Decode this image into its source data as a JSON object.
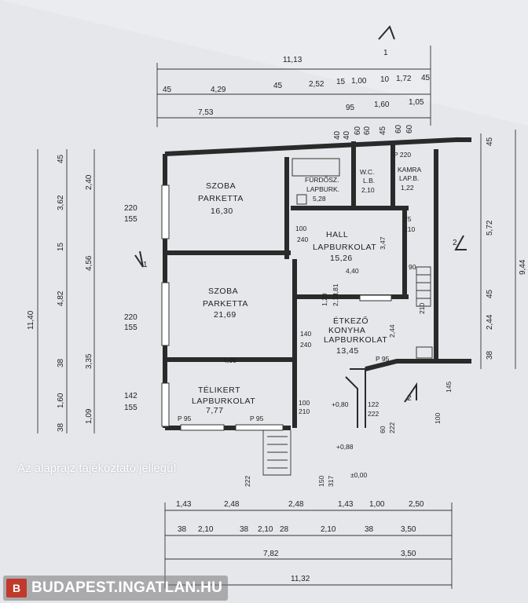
{
  "rooms": {
    "szoba1": {
      "name": "SZOBA",
      "floor": "PARKETTA",
      "area": "16,30"
    },
    "szoba2": {
      "name": "SZOBA",
      "floor": "PARKETTA",
      "area": "21,69"
    },
    "furdo": {
      "name": "FÜRDŐSZ.",
      "floor": "LAPBURK.",
      "area": "5,28"
    },
    "wc": {
      "name": "W.C.",
      "floor": "L.B.",
      "area": "2,10"
    },
    "kamra": {
      "name": "KAMRA",
      "floor": "LAP.B.",
      "area": "1,22"
    },
    "hall": {
      "name": "HALL",
      "floor": "LAPBURKOLAT",
      "area": "15,26"
    },
    "etkezo": {
      "name": "ÉTKEZŐ",
      "sub": "KONYHA",
      "floor": "LAPBURKOLAT",
      "area": "13,45"
    },
    "telikert": {
      "name": "TÉLIKERT",
      "floor": "LAPBURKOLAT",
      "area": "7,77"
    }
  },
  "top_dims": {
    "overall": "11,13",
    "row1": [
      "45",
      "4,29",
      "45",
      "2,52",
      "15",
      "1,00",
      "10",
      "1,72",
      "45"
    ],
    "row2": [
      "7,53",
      "95",
      "1,60",
      "1,05"
    ],
    "row3": [
      "40",
      "40",
      "60",
      "60",
      "45",
      "60",
      "60"
    ]
  },
  "left_dims": {
    "overall": "11,40",
    "col1": [
      "45",
      "2,40",
      "3,62",
      "15",
      "4,56",
      "4,82",
      "38",
      "3,35",
      "1,60",
      "1,09",
      "38"
    ]
  },
  "right_dims": {
    "overall": "9,44",
    "col1": [
      "45",
      "5,72",
      "45",
      "2,44",
      "38"
    ]
  },
  "bottom_dims": {
    "row1": [
      "1,43",
      "2,48",
      "2,48",
      "1,43",
      "1,00",
      "2,50"
    ],
    "row2": [
      "38",
      "2,10",
      "38",
      "2,10",
      "28",
      "2,10",
      "38",
      "3,50"
    ],
    "row3": [
      "7,82",
      "3,50"
    ],
    "overall": "11,32"
  },
  "openings": [
    "220",
    "155",
    "220",
    "155",
    "142",
    "155",
    "100",
    "240",
    "140",
    "240",
    "P 220",
    "P 95",
    "P 95",
    "P 95",
    "90",
    "75",
    "210",
    "100",
    "210",
    "122",
    "222",
    "60",
    "222",
    "150",
    "317",
    "222",
    "210",
    "100",
    "145"
  ],
  "levels": [
    "+0,80",
    "+0,88",
    "±0,00",
    "2,13",
    "1,20",
    "2,81",
    "4,40",
    "3,47",
    "4,66",
    "2,44"
  ],
  "section_marks": [
    "1",
    "1",
    "2",
    "2"
  ],
  "note": "Az alaprajz tájékoztató jellegű!",
  "watermark": {
    "text": "BUDAPEST.INGATLAN.HU",
    "logo": "B"
  }
}
